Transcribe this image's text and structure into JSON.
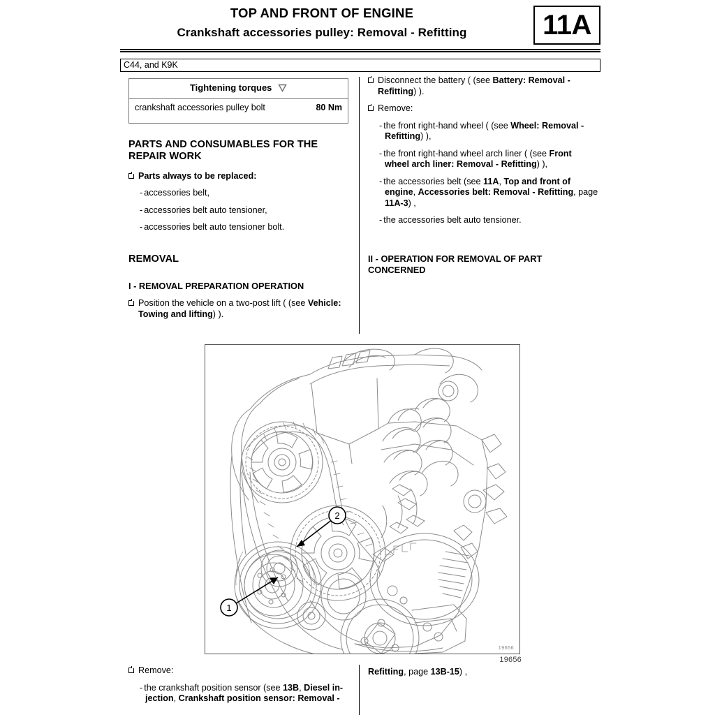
{
  "header": {
    "title_main": "TOP AND FRONT OF ENGINE",
    "title_sub": "Crankshaft accessories pulley: Removal - Refitting",
    "section_badge": "11A"
  },
  "vehicle_box": {
    "text": "C44, and K9K"
  },
  "torque_table": {
    "header": "Tightening torques",
    "header_symbol": "inverted-triangle-icon",
    "rows": [
      {
        "name": "crankshaft  accessories pulley bolt",
        "value": "80 Nm"
      }
    ]
  },
  "left_column": {
    "parts_heading": "PARTS AND CONSUMABLES FOR THE REPAIR WORK",
    "parts_bullet": "Parts always to be replaced:",
    "parts_items": [
      "accessories belt,",
      "accessories belt auto tensioner,",
      "accessories belt auto tensioner bolt."
    ],
    "removal_heading": "REMOVAL",
    "removal_sub_i": "I - REMOVAL PREPARATION OPERATION",
    "removal_step_1_a": "Position the vehicle on a two-post lift ( (see ",
    "removal_step_1_ref": "Vehicle: Towing and lifting",
    "removal_step_1_b": ") )."
  },
  "right_column": {
    "battery_step_a": "Disconnect the battery ( (see ",
    "battery_step_ref": "Battery: Removal - Refitting",
    "battery_step_b": ") ).",
    "remove_label": "Remove:",
    "items": [
      {
        "pre": "the front right-hand wheel ( (see ",
        "ref": "Wheel: Removal - Refitting",
        "post": ") ),"
      },
      {
        "pre": "the front right-hand wheel arch liner ( (see ",
        "ref": "Front wheel arch liner: Removal - Refitting",
        "post": ") ),"
      },
      {
        "pre": "the accessories belt (see ",
        "ref": "11A",
        "mid1": ", ",
        "ref2": "Top and front of engine",
        "mid2": ", ",
        "ref3": "Accessories belt: Removal - Refitting",
        "mid3": ", page ",
        "ref4": "11A-3",
        "post": ") ,"
      },
      {
        "pre": "the accessories belt auto tensioner.",
        "ref": "",
        "post": ""
      }
    ],
    "operation_heading": "II - OPERATION FOR REMOVAL OF PART CONCERNED"
  },
  "figure": {
    "reference_inner": "19656",
    "reference_outer": "19656",
    "callouts": [
      {
        "label": "1"
      },
      {
        "label": "2"
      }
    ]
  },
  "bottom_left": {
    "remove_label": "Remove:",
    "item_pre": "the crankshaft position sensor (see ",
    "item_ref1": "13B",
    "item_mid1": ", ",
    "item_ref2": "Diesel in-jection",
    "item_mid2": ",  ",
    "item_ref3": "Crankshaft position sensor: Removal -"
  },
  "bottom_right": {
    "ref": "Refitting",
    "mid": ", page ",
    "page_ref": "13B-15",
    "post": ") ,"
  }
}
